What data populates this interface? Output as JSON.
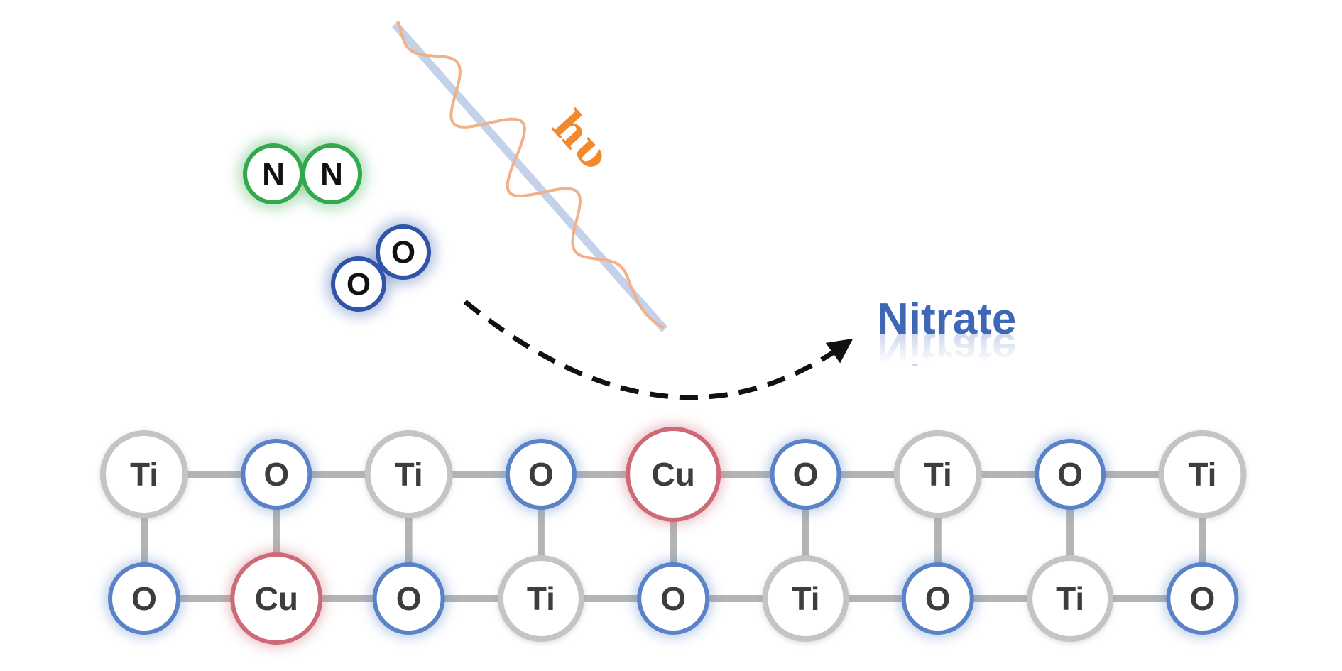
{
  "colors": {
    "ti_ring": "#c4c4c4",
    "o_ring": "#5a82c6",
    "cu_ring": "#cc6a78",
    "bond": "#b4b4b4",
    "n2_ring": "#33a94d",
    "o2_ring": "#2f55a8",
    "photon_text": "#f08a2c",
    "photon_wave": "#f2b088",
    "photon_fill": "#b9c9e6",
    "product_text": "#3f67b5",
    "arrow": "#111111"
  },
  "molecules": {
    "n2": [
      "N",
      "N"
    ],
    "o2": [
      "O",
      "O"
    ]
  },
  "light": {
    "label": "hυ",
    "icon": "wavy-light-ray"
  },
  "product": {
    "label": "Nitrate"
  },
  "lattice": {
    "top_row": [
      "Ti",
      "O",
      "Ti",
      "O",
      "Cu",
      "O",
      "Ti",
      "O",
      "Ti"
    ],
    "bottom_row": [
      "O",
      "Cu",
      "O",
      "Ti",
      "O",
      "Ti",
      "O",
      "Ti",
      "O"
    ]
  }
}
